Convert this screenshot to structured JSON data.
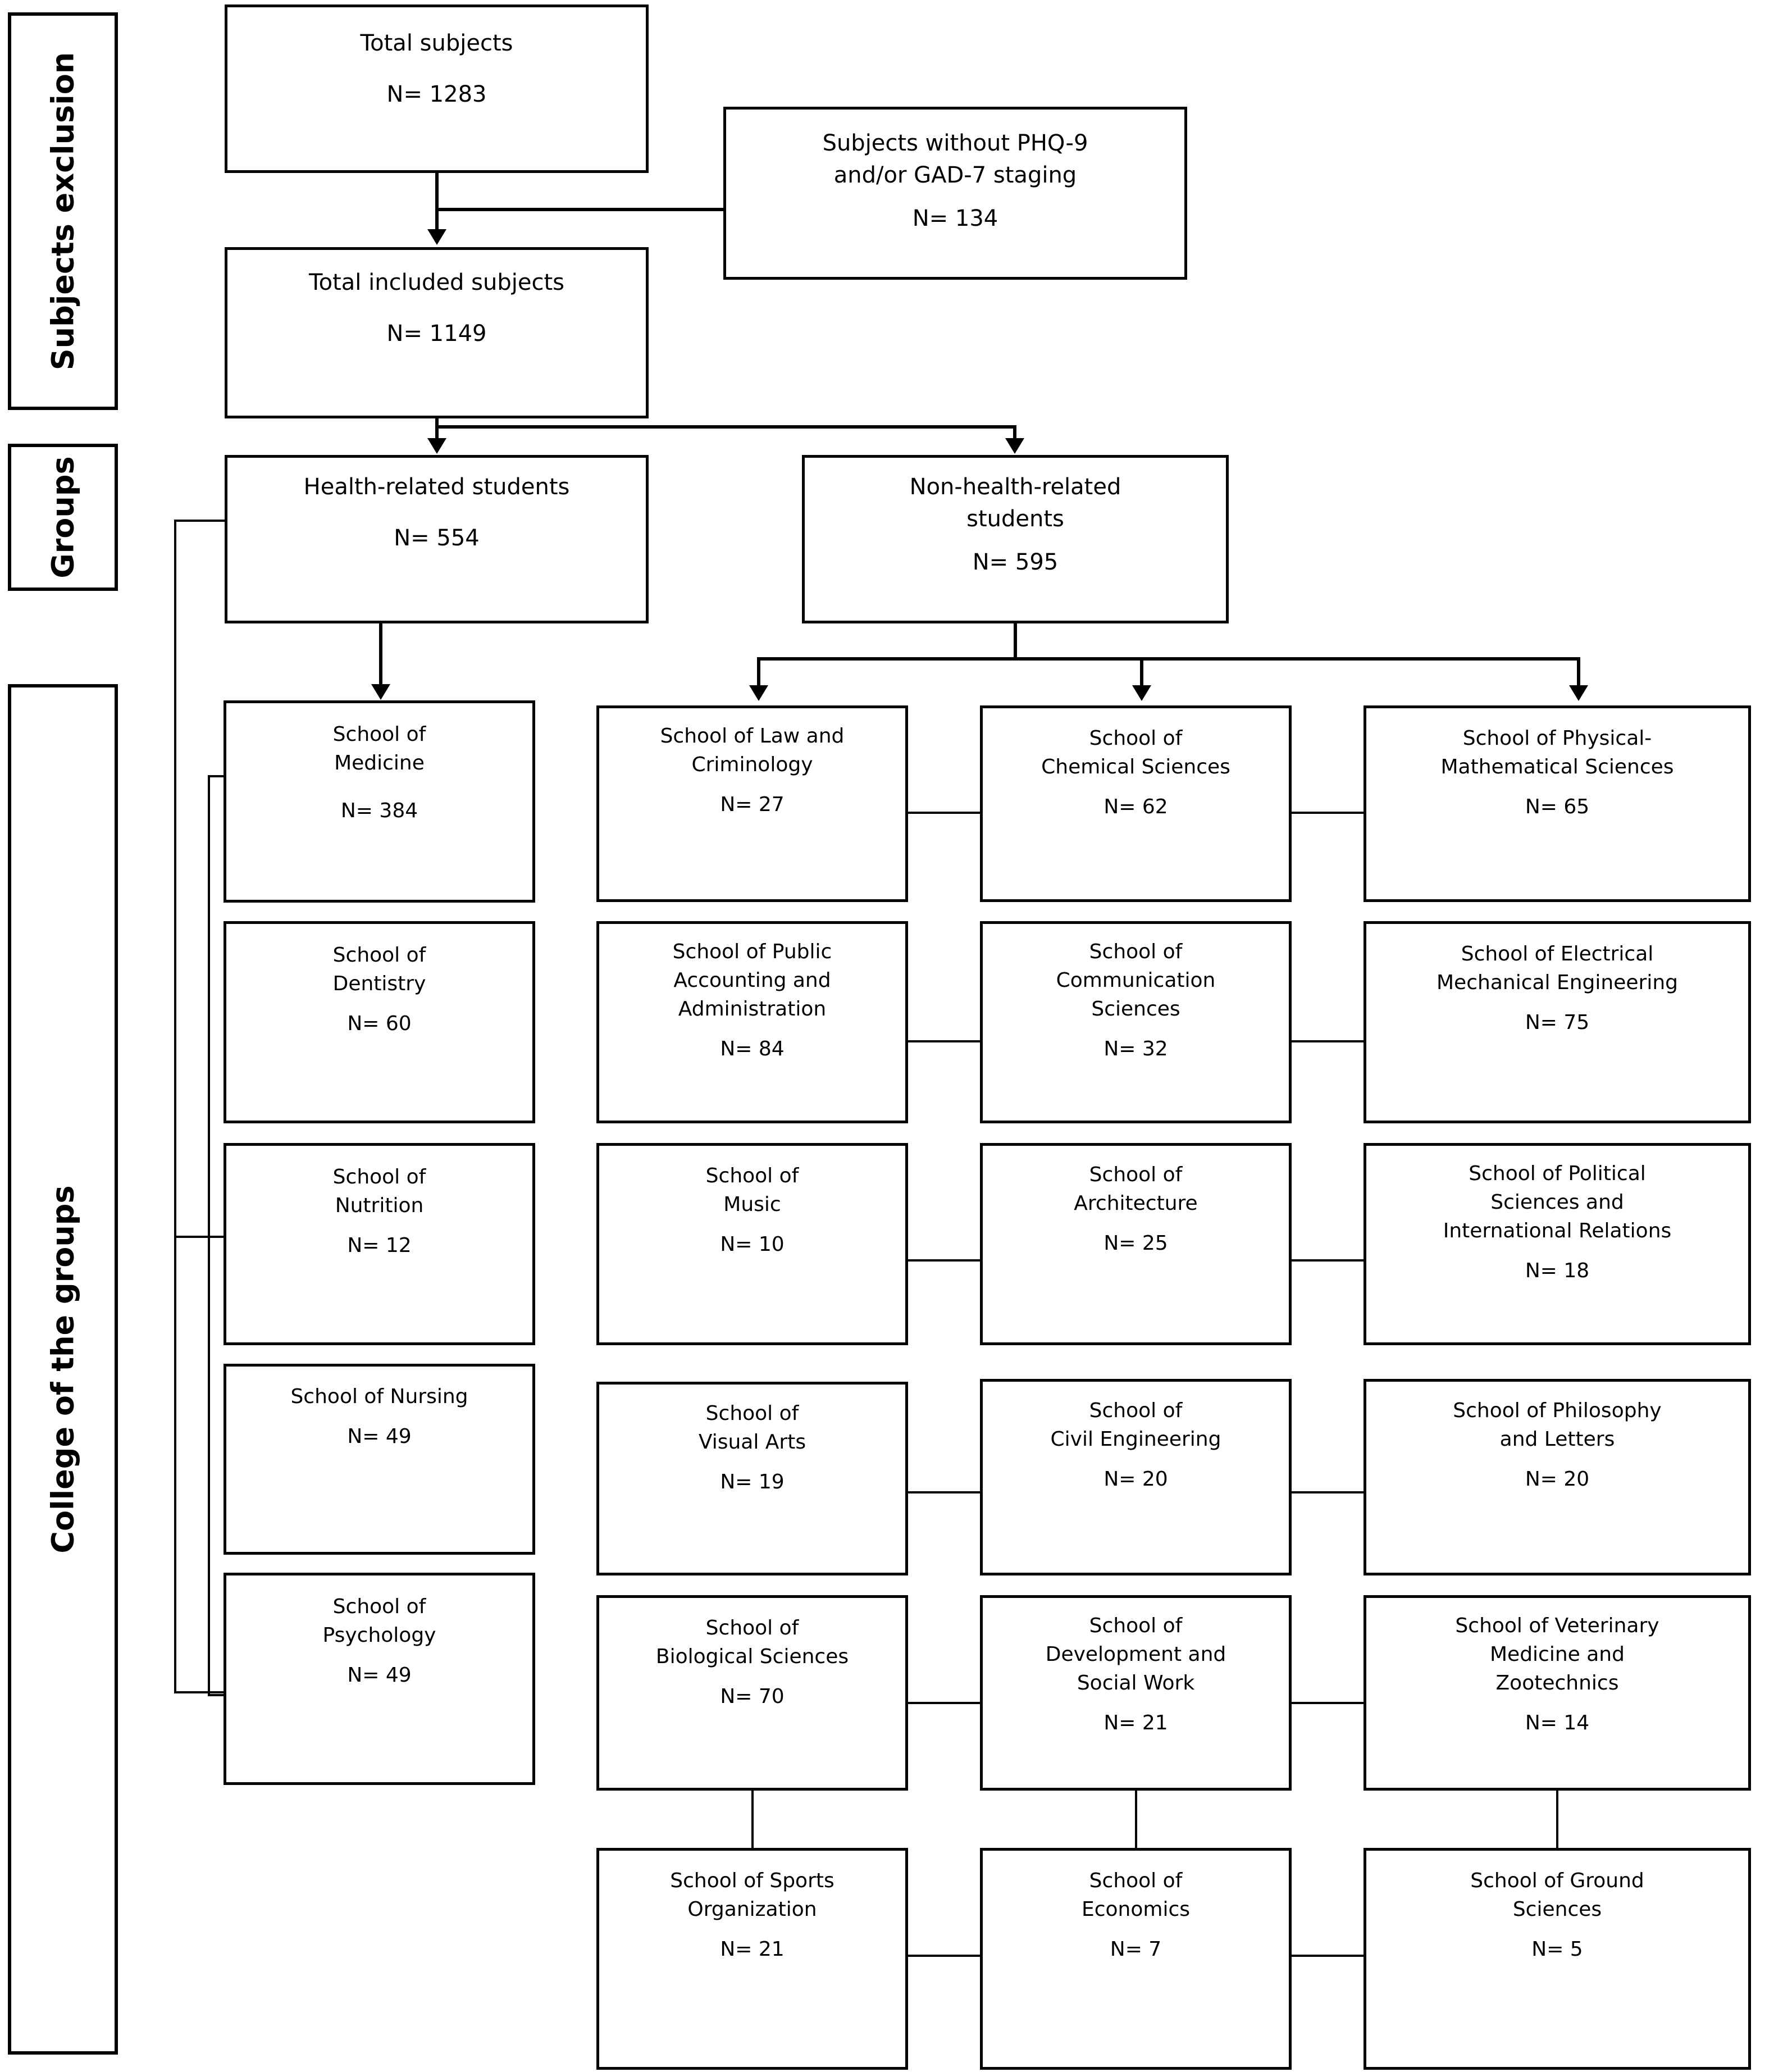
{
  "figure": {
    "type": "flowchart",
    "description": "Study participant flow diagram of university students by school"
  },
  "rails": [
    {
      "id": "subjects-exclusion",
      "label": "Subjects exclusion"
    },
    {
      "id": "groups",
      "label": "Groups"
    },
    {
      "id": "college-groups",
      "label": "College of the groups"
    }
  ],
  "nodes": {
    "total_subjects": {
      "title": "Total subjects",
      "n": "N= 1283"
    },
    "excluded": {
      "title": "Subjects without PHQ-9\nand/or GAD-7 staging",
      "n": "N= 134"
    },
    "total_included": {
      "title": "Total included  subjects",
      "n": "N= 1149"
    },
    "health_related": {
      "title": "Health-related students",
      "n": "N= 554"
    },
    "non_health": {
      "title": "Non-health-related\nstudents",
      "n": "N= 595"
    }
  },
  "schools": {
    "health_column": [
      {
        "title": "School of\nMedicine",
        "n": "N= 384"
      },
      {
        "title": "School of\nDentistry",
        "n": "N= 60"
      },
      {
        "title": "School of\nNutrition",
        "n": "N= 12"
      },
      {
        "title": "School of Nursing",
        "n": "N= 49"
      },
      {
        "title": "School of\nPsychology",
        "n": "N= 49"
      }
    ],
    "non_health_column_1": [
      {
        "title": "School of Law and\nCriminology",
        "n": "N= 27"
      },
      {
        "title": "School of Public\nAccounting  and\nAdministration",
        "n": "N= 84"
      },
      {
        "title": "School of\nMusic",
        "n": "N= 10"
      },
      {
        "title": "School of\nVisual Arts",
        "n": "N= 19"
      },
      {
        "title": "School of\nBiological Sciences",
        "n": "N= 70"
      },
      {
        "title": "School of Sports\nOrganization",
        "n": "N= 21"
      }
    ],
    "non_health_column_2": [
      {
        "title": "School of\nChemical Sciences",
        "n": "N= 62"
      },
      {
        "title": "School of\nCommunication\nSciences",
        "n": "N= 32"
      },
      {
        "title": "School of\nArchitecture",
        "n": "N= 25"
      },
      {
        "title": "School of\nCivil Engineering",
        "n": "N= 20"
      },
      {
        "title": "School of\nDevelopment  and\nSocial Work",
        "n": "N= 21"
      },
      {
        "title": "School of\nEconomics",
        "n": "N= 7"
      }
    ],
    "non_health_column_3": [
      {
        "title": "School of Physical-\nMathematical Sciences",
        "n": "N= 65"
      },
      {
        "title": "School of Electrical\nMechanical  Engineering",
        "n": "N= 75"
      },
      {
        "title": "School of Political\nSciences and\nInternational Relations",
        "n": "N= 18"
      },
      {
        "title": "School of Philosophy\nand Letters",
        "n": "N= 20"
      },
      {
        "title": "School of Veterinary\nMedicine and\nZootechnics",
        "n": "N= 14"
      },
      {
        "title": "School of Ground\nSciences",
        "n": "N= 5"
      }
    ]
  },
  "colors": {
    "stroke": "#000000",
    "background": "#ffffff"
  }
}
